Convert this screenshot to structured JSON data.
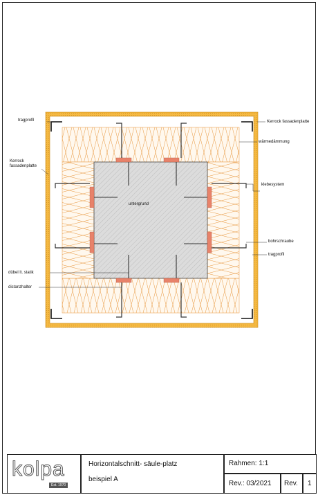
{
  "labels": {
    "tragprofil_top": "tragprofil",
    "kerrock_right": "Kerrock fassadenplatte",
    "waermedaemmung": "wärmedämmung",
    "kerrock_left": "Kerrock\nfassadenplatte",
    "klebesystem": "klebesystem",
    "untergrund": "untergrund",
    "bohrschraube": "bohrschraube",
    "tragprofil_right": "tragprofil",
    "duebel": "dübel lt. statik",
    "distanzhalter": "distanzhalter"
  },
  "title_block": {
    "logo": "kolpa",
    "logo_sub": "Est. 1970",
    "title_line1": "Horizontalschnitt- säule-platz",
    "title_line2": "beispiel A",
    "scale_label": "Rahmen: 1:1",
    "rev_date_label": "Rev.: 03/2021",
    "rev_label": "Rev.",
    "rev_number": "1"
  },
  "colors": {
    "panel": "#f5b942",
    "insulation": "#e8963c",
    "concrete": "#d9d9d9",
    "adhesive": "#e8826a",
    "line": "#222222"
  }
}
